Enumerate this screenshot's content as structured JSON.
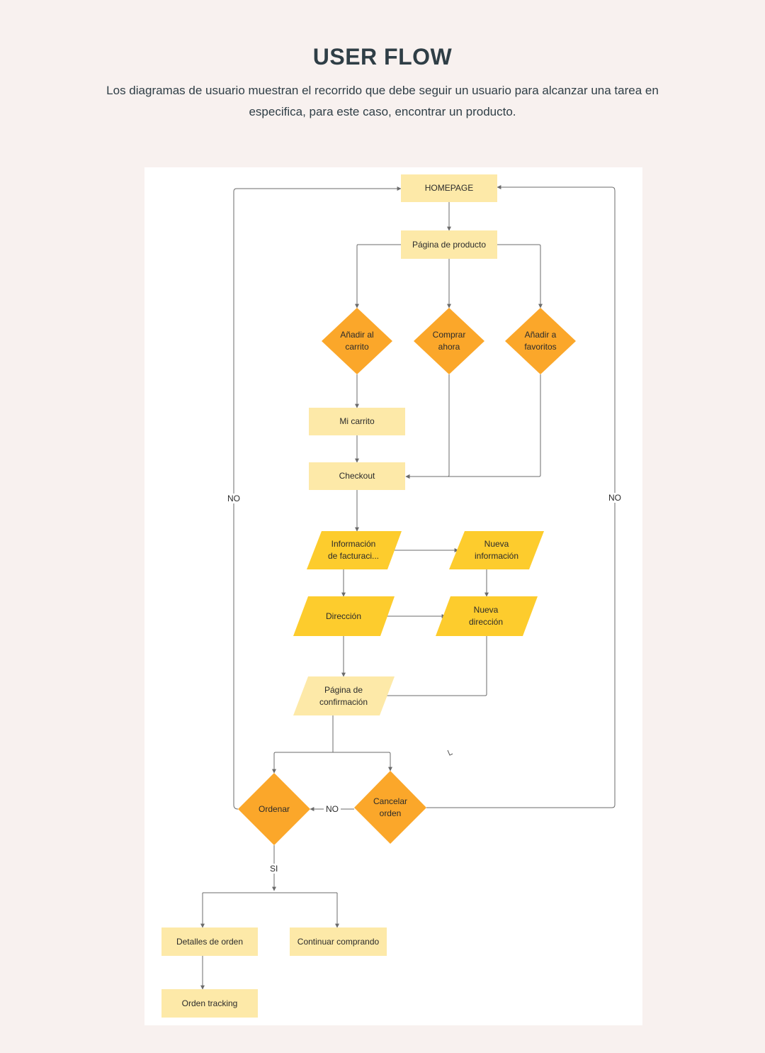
{
  "header": {
    "title": "USER FLOW",
    "subtitle": "Los diagramas de usuario muestran el recorrido que debe seguir un usuario para alcanzar una tarea en especifica, para este caso, encontrar un producto."
  },
  "colors": {
    "process_fill": "#fde9a8",
    "decision_fill": "#fba72a",
    "data_fill": "#fdcc2d",
    "data_light_fill": "#fde9a8",
    "connector": "#6b6b6b"
  },
  "nodes": {
    "homepage": "HOMEPAGE",
    "product_page": "Página de producto",
    "add_to_cart": "Añadir al\ncarrito",
    "buy_now": "Comprar\nahora",
    "add_favorites": "Añadir a\nfavoritos",
    "my_cart": "Mi carrito",
    "checkout": "Checkout",
    "billing_info": "Información\nde facturaci...",
    "new_info": "Nueva\ninformación",
    "address": "Dirección",
    "new_address": "Nueva\ndirección",
    "confirmation": "Página de\nconfirmación",
    "order": "Ordenar",
    "cancel_order": "Cancelar\norden",
    "order_details": "Detalles de orden",
    "continue_shopping": "Continuar comprando",
    "order_tracking": "Orden tracking"
  },
  "edge_labels": {
    "left_no": "NO",
    "right_no": "NO",
    "cancel_no": "NO",
    "order_si": "SI"
  }
}
